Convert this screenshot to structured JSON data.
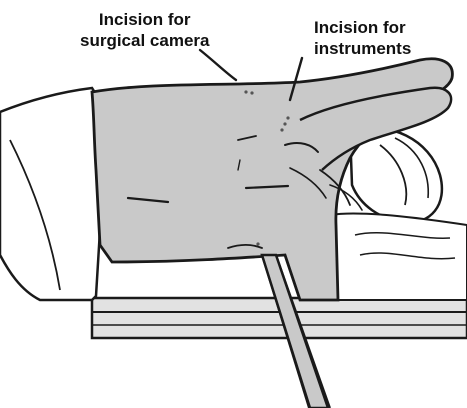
{
  "annotations": {
    "camera": {
      "line1": "Incision for",
      "line2": "surgical camera"
    },
    "instruments": {
      "line1": "Incision for",
      "line2": "instruments"
    }
  },
  "colors": {
    "skin": "#c9c9c9",
    "outline": "#1a1a1a",
    "background": "#ffffff"
  },
  "icons": [
    "annotation-arrow",
    "incision-mark"
  ]
}
